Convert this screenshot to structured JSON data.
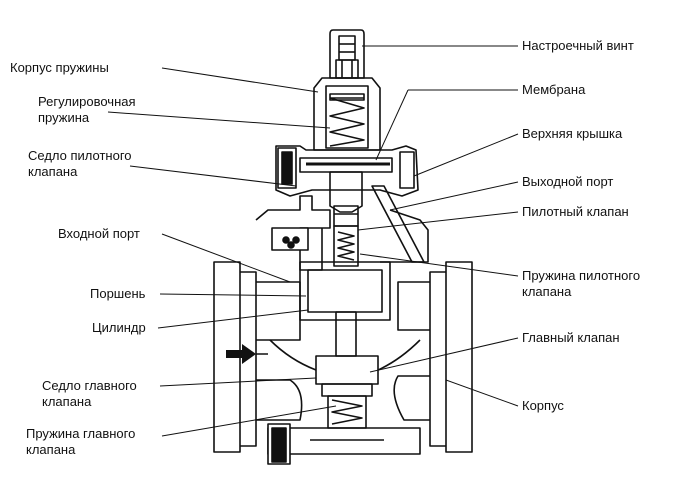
{
  "labels_left": [
    {
      "id": "spring-housing",
      "text": "Корпус пружины"
    },
    {
      "id": "adjusting-spring",
      "text": "Регулировочная\nпружина"
    },
    {
      "id": "pilot-valve-seat",
      "text": "Седло пилотного\nклапана"
    },
    {
      "id": "inlet-port",
      "text": "Входной порт"
    },
    {
      "id": "piston",
      "text": "Поршень"
    },
    {
      "id": "cylinder",
      "text": "Цилиндр"
    },
    {
      "id": "main-valve-seat",
      "text": "Седло главного\nклапана"
    },
    {
      "id": "main-valve-spring",
      "text": "Пружина главного\nклапана"
    }
  ],
  "labels_right": [
    {
      "id": "adjusting-screw",
      "text": "Настроечный винт"
    },
    {
      "id": "diaphragm",
      "text": "Мембрана"
    },
    {
      "id": "upper-cover",
      "text": "Верхняя крышка"
    },
    {
      "id": "outlet-port",
      "text": "Выходной порт"
    },
    {
      "id": "pilot-valve",
      "text": "Пилотный клапан"
    },
    {
      "id": "pilot-valve-spring",
      "text": "Пружина пилотного\nклапана"
    },
    {
      "id": "main-valve",
      "text": "Главный клапан"
    },
    {
      "id": "body",
      "text": "Корпус"
    }
  ],
  "colors": {
    "line": "#111111",
    "fill": "#ffffff",
    "dark": "#111111"
  }
}
